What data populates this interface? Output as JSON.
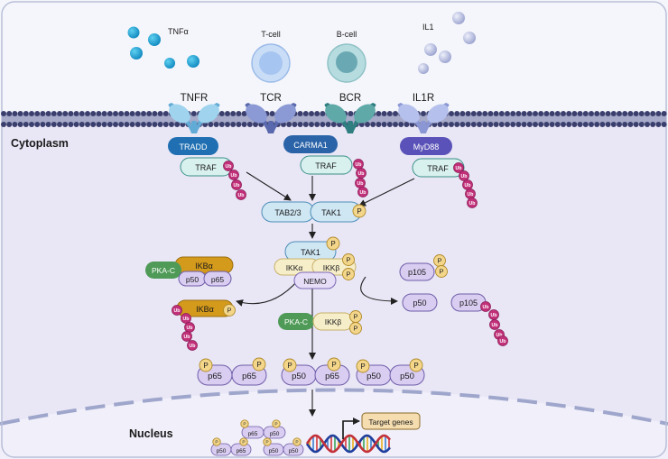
{
  "ligands": {
    "tnfa": "TNFα",
    "tcell": "T-cell",
    "bcell": "B-cell",
    "il1": "IL1"
  },
  "receptors": {
    "tnfr": "TNFR",
    "tcr": "TCR",
    "bcr": "BCR",
    "il1r": "IL1R"
  },
  "compartments": {
    "cytoplasm": "Cytoplasm",
    "nucleus": "Nucleus"
  },
  "adaptors": {
    "tradd": "TRADD",
    "carma1": "CARMA1",
    "myd88": "MyD88",
    "traf": "TRAF"
  },
  "complex": {
    "tab23": "TAB2/3",
    "tak1": "TAK1",
    "ikka": "IKKα",
    "ikkb": "IKKβ",
    "nemo": "NEMO"
  },
  "proteins": {
    "pkac": "PKA-C",
    "ikba": "IKBα",
    "p50": "p50",
    "p65": "p65",
    "p105": "p105",
    "ikkb": "IKKβ"
  },
  "marks": {
    "ub": "Ub",
    "p": "P"
  },
  "target": "Target genes",
  "colors": {
    "cytoplasm": "#e9e7f6",
    "membrane": "#3b3f6e",
    "tradd": "#1f6fb2",
    "carma1": "#2a63a8",
    "myd88": "#5a52b8",
    "traf_fill": "#d8f0ee",
    "traf_stroke": "#3a8f88",
    "ub": "#c2307a",
    "phos": "#f3d68a",
    "lilac": "#d9cdf1",
    "ikba": "#d49a1c",
    "pkac": "#4f9a57",
    "target": "#f5ddb0"
  }
}
